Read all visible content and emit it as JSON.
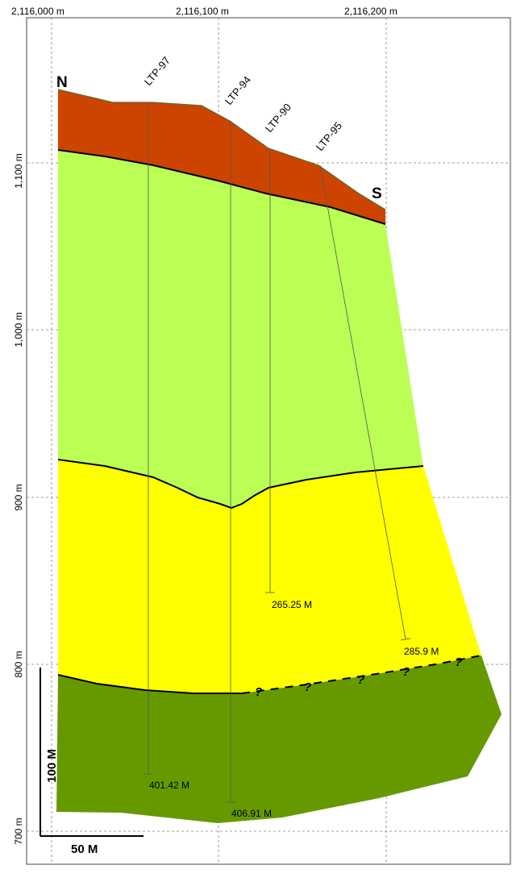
{
  "axes": {
    "x_ticks": [
      "2,116,000 m",
      "2,116,100 m",
      "2,116,200 m"
    ],
    "y_ticks": [
      "1,100 m",
      "1,000 m",
      "900 m",
      "800 m",
      "700 m"
    ]
  },
  "orientation": {
    "north": "N",
    "south": "S"
  },
  "scale_bar": {
    "vertical": "100 M",
    "horizontal": "50 M"
  },
  "drillholes": [
    {
      "id": "LTP-97",
      "depth_label": "401.42 M"
    },
    {
      "id": "LTP-94",
      "depth_label": "406.91 M"
    },
    {
      "id": "LTP-90",
      "depth_label": "265.25 M"
    },
    {
      "id": "LTP-95",
      "depth_label": "285.9 M"
    }
  ],
  "uncertain_contact_marker": "?",
  "colors": {
    "layer_top": "#cc4400",
    "layer_upper": "#bbff55",
    "layer_middle": "#ffff00",
    "layer_bottom": "#669900",
    "contact_line": "#000000",
    "drillhole_trace": "#555555"
  }
}
